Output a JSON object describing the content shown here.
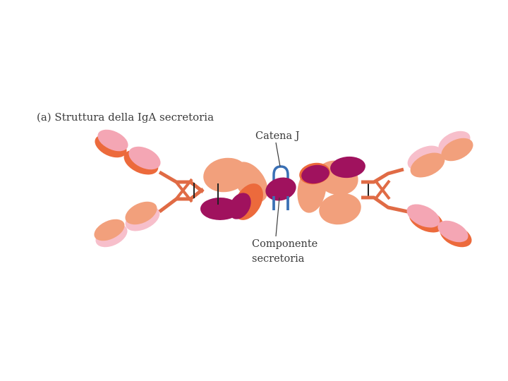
{
  "figure": {
    "title": "(a) Struttura della IgA secretoria",
    "labels": {
      "j_chain": "Catena J",
      "secretory_component_line1": "Componente",
      "secretory_component_line2": "secretoria"
    }
  },
  "colors": {
    "light_pink": "#f4a6b4",
    "pale_pink": "#f7bfcb",
    "dark_orange": "#ec6a3c",
    "salmon": "#f2a07c",
    "magenta": "#a0125e",
    "j_chain_blue": "#3a70b5",
    "hinge_orange": "#e06b45",
    "outline": "#c9784f",
    "label_text": "#3a3a3a"
  }
}
